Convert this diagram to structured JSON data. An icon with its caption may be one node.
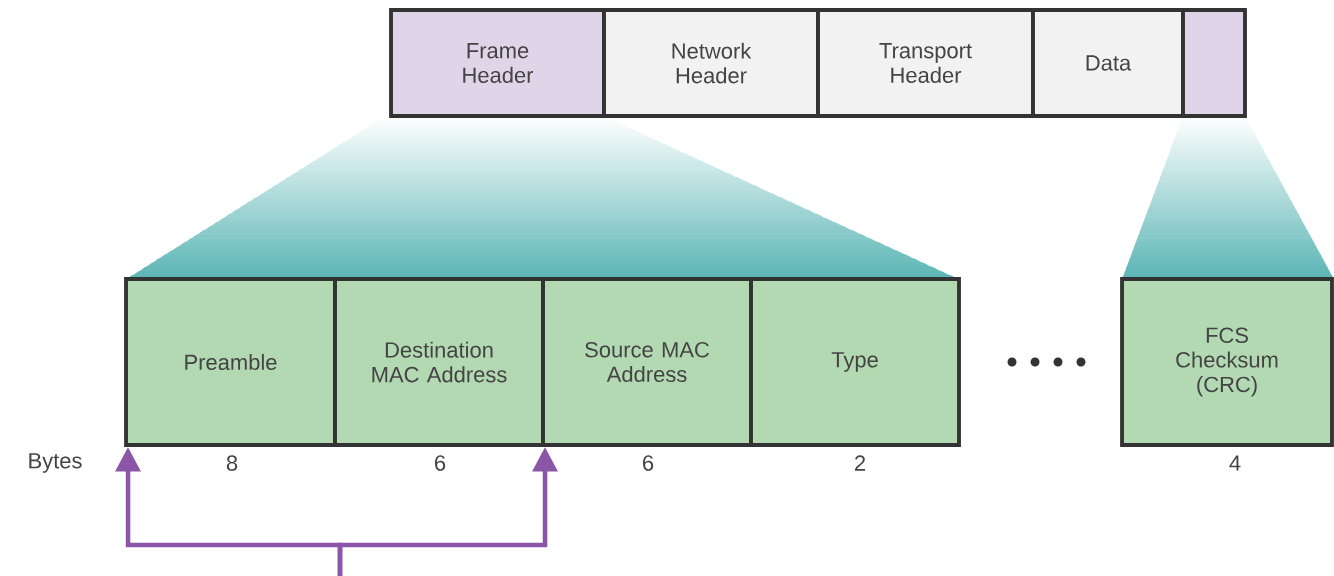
{
  "diagram": {
    "nodes": [
      {
        "text": [
          "Frame Header"
        ]
      },
      {
        "text": [
          "Network Header"
        ]
      },
      {
        "text": [
          "Transport Header"
        ]
      },
      {
        "text": [
          "Data"
        ]
      },
      {
        "text": [],
        "shape": "box"
      },
      {
        "text": [
          "Preamble"
        ],
        "beside": [
          "8"
        ]
      },
      {
        "text": [
          "Destination MAC Address"
        ],
        "beside": [
          "6"
        ]
      },
      {
        "text": [
          "Source MAC Address"
        ],
        "beside": [
          "6"
        ]
      },
      {
        "text": [
          "Type"
        ],
        "beside": [
          "2"
        ]
      },
      {
        "text": [
          "FCS Checksum (CRC)"
        ],
        "beside": [
          "4"
        ]
      }
    ],
    "edges": [
      {
        "from": null,
        "to": 5,
        "arrow": "to"
      },
      {
        "from": null,
        "to": 6,
        "arrow": "to"
      }
    ],
    "labels": [
      "Bytes"
    ]
  }
}
